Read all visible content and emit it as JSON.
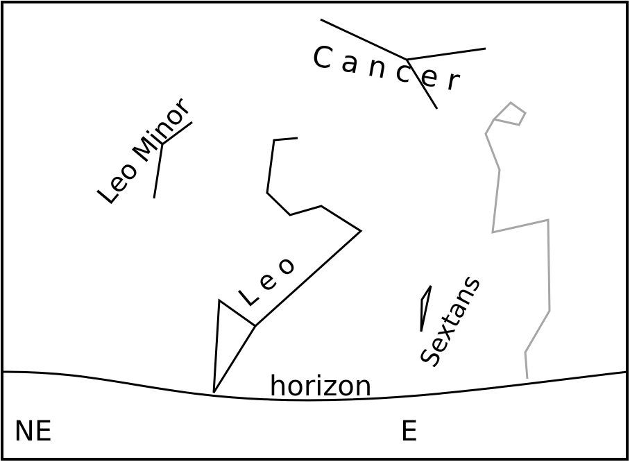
{
  "labels": {
    "cancer": "C a n c e r",
    "leo_minor": "Leo Minor",
    "leo": "L e o",
    "sextans": "Sextans",
    "horizon": "horizon",
    "direction_ne": "NE",
    "direction_e": "E"
  },
  "colors": {
    "line": "#000000",
    "faint_line": "#a6a6a6",
    "background": "#ffffff"
  }
}
